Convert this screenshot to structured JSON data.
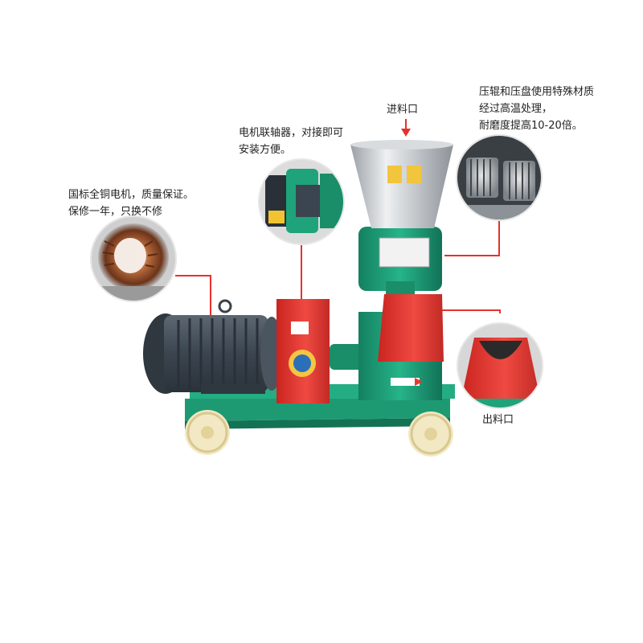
{
  "annotations": {
    "motor": {
      "line1": "国标全铜电机，质量保证。",
      "line2": "保修一年，只换不修"
    },
    "coupling": {
      "line1": "电机联轴器，对接即可",
      "line2": "安装方便。"
    },
    "inlet": {
      "text": "进料口"
    },
    "rollers": {
      "line1": "压辊和压盘使用特殊材质",
      "line2": "经过高温处理，",
      "line3": "耐磨度提高10-20倍。"
    },
    "outlet": {
      "text": "出料口"
    }
  },
  "colors": {
    "machine_green": "#1fa37a",
    "housing_red": "#e23b34",
    "motor_gray": "#3f4a55",
    "hopper_steel": "#c9ccd0",
    "wheel_cream": "#f3e6b8",
    "callout_line": "#e5322d"
  }
}
